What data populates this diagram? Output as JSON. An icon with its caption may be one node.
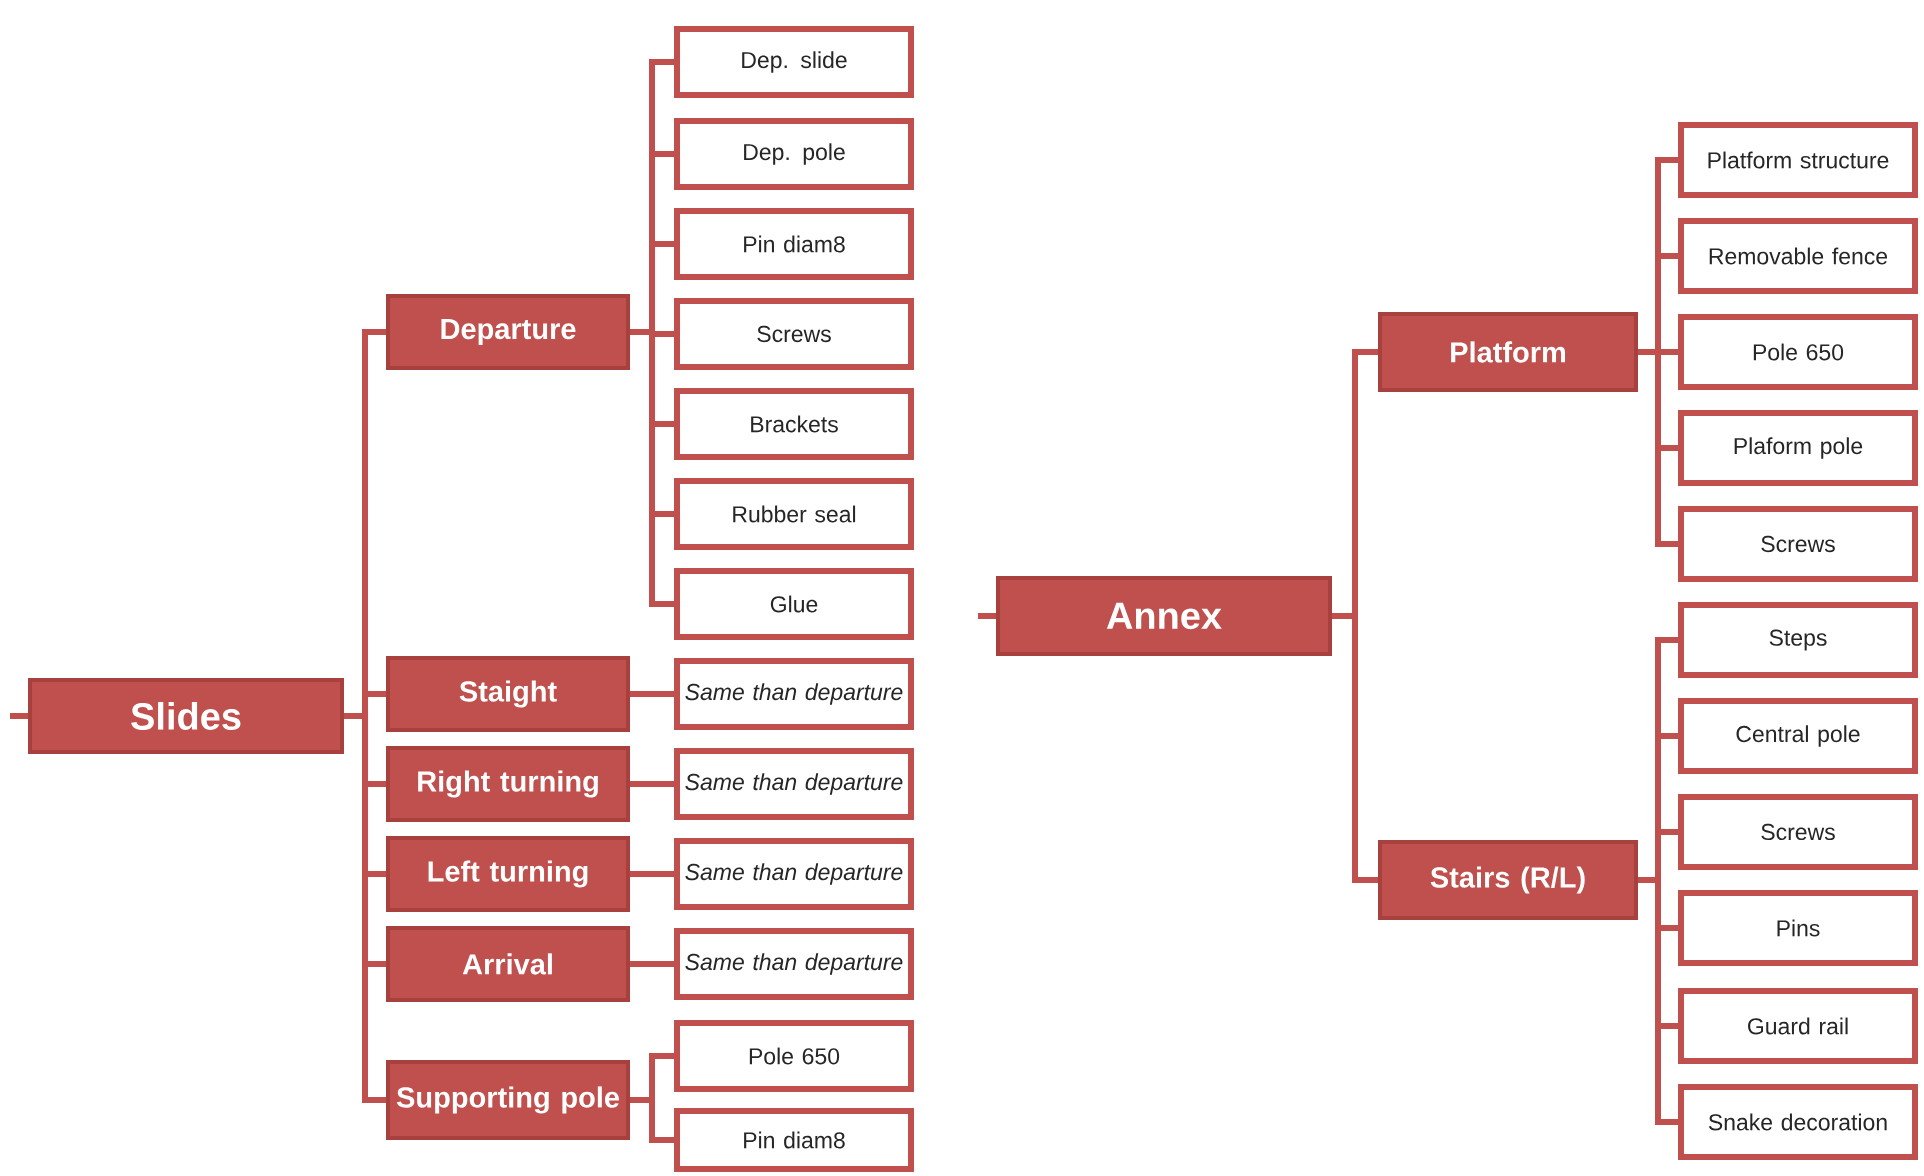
{
  "diagram": {
    "nodes": [
      {
        "text": [
          "Slides"
        ]
      },
      {
        "text": [
          "Departure"
        ]
      },
      {
        "text": [
          "Dep. slide"
        ]
      },
      {
        "text": [
          "Dep. pole"
        ]
      },
      {
        "text": [
          "Pin diam8"
        ]
      },
      {
        "text": [
          "Screws"
        ]
      },
      {
        "text": [
          "Brackets"
        ]
      },
      {
        "text": [
          "Rubber seal"
        ]
      },
      {
        "text": [
          "Glue"
        ]
      },
      {
        "text": [
          "Staight"
        ]
      },
      {
        "text": [
          "Same than departure"
        ]
      },
      {
        "text": [
          "Right turning"
        ]
      },
      {
        "text": [
          "Same than departure"
        ]
      },
      {
        "text": [
          "Left turning"
        ]
      },
      {
        "text": [
          "Same than departure"
        ]
      },
      {
        "text": [
          "Arrival"
        ]
      },
      {
        "text": [
          "Same than departure"
        ]
      },
      {
        "text": [
          "Supporting pole"
        ]
      },
      {
        "text": [
          "Pole 650"
        ]
      },
      {
        "text": [
          "Pin diam8"
        ]
      },
      {
        "text": [
          "Annex"
        ]
      },
      {
        "text": [
          "Platform"
        ]
      },
      {
        "text": [
          "Platform structure"
        ]
      },
      {
        "text": [
          "Removable fence"
        ]
      },
      {
        "text": [
          "Pole 650"
        ]
      },
      {
        "text": [
          "Plaform pole"
        ]
      },
      {
        "text": [
          "Screws"
        ]
      },
      {
        "text": [
          "Stairs (R/L)"
        ]
      },
      {
        "text": [
          "Steps"
        ]
      },
      {
        "text": [
          "Central pole"
        ]
      },
      {
        "text": [
          "Screws"
        ]
      },
      {
        "text": [
          "Pins"
        ]
      },
      {
        "text": [
          "Guard rail"
        ]
      },
      {
        "text": [
          "Snake decoration"
        ]
      }
    ],
    "edges": [
      {
        "from": null,
        "to": 0,
        "arrow": "none"
      },
      {
        "from": 0,
        "to": 1,
        "arrow": "none"
      },
      {
        "from": 1,
        "to": 2,
        "arrow": "none"
      },
      {
        "from": 1,
        "to": 3,
        "arrow": "none"
      },
      {
        "from": 1,
        "to": 4,
        "arrow": "none"
      },
      {
        "from": 1,
        "to": 5,
        "arrow": "none"
      },
      {
        "from": 1,
        "to": 6,
        "arrow": "none"
      },
      {
        "from": 1,
        "to": 7,
        "arrow": "none"
      },
      {
        "from": 1,
        "to": 8,
        "arrow": "none"
      },
      {
        "from": 0,
        "to": 9,
        "arrow": "none"
      },
      {
        "from": 9,
        "to": 10,
        "arrow": "none"
      },
      {
        "from": 0,
        "to": 11,
        "arrow": "none"
      },
      {
        "from": 11,
        "to": 12,
        "arrow": "none"
      },
      {
        "from": 0,
        "to": 13,
        "arrow": "none"
      },
      {
        "from": 13,
        "to": 14,
        "arrow": "none"
      },
      {
        "from": 0,
        "to": 15,
        "arrow": "none"
      },
      {
        "from": 15,
        "to": 16,
        "arrow": "none"
      },
      {
        "from": 0,
        "to": 17,
        "arrow": "none"
      },
      {
        "from": 17,
        "to": 18,
        "arrow": "none"
      },
      {
        "from": 17,
        "to": 19,
        "arrow": "none"
      },
      {
        "from": null,
        "to": 20,
        "arrow": "none"
      },
      {
        "from": 20,
        "to": 21,
        "arrow": "none"
      },
      {
        "from": 21,
        "to": 22,
        "arrow": "none"
      },
      {
        "from": 21,
        "to": 23,
        "arrow": "none"
      },
      {
        "from": 21,
        "to": 24,
        "arrow": "none"
      },
      {
        "from": 21,
        "to": 25,
        "arrow": "none"
      },
      {
        "from": 21,
        "to": 26,
        "arrow": "none"
      },
      {
        "from": 20,
        "to": 27,
        "arrow": "none"
      },
      {
        "from": 27,
        "to": 28,
        "arrow": "none"
      },
      {
        "from": 27,
        "to": 29,
        "arrow": "none"
      },
      {
        "from": 27,
        "to": 30,
        "arrow": "none"
      },
      {
        "from": 27,
        "to": 31,
        "arrow": "none"
      },
      {
        "from": 27,
        "to": 32,
        "arrow": "none"
      },
      {
        "from": 27,
        "to": 33,
        "arrow": "none"
      }
    ]
  }
}
